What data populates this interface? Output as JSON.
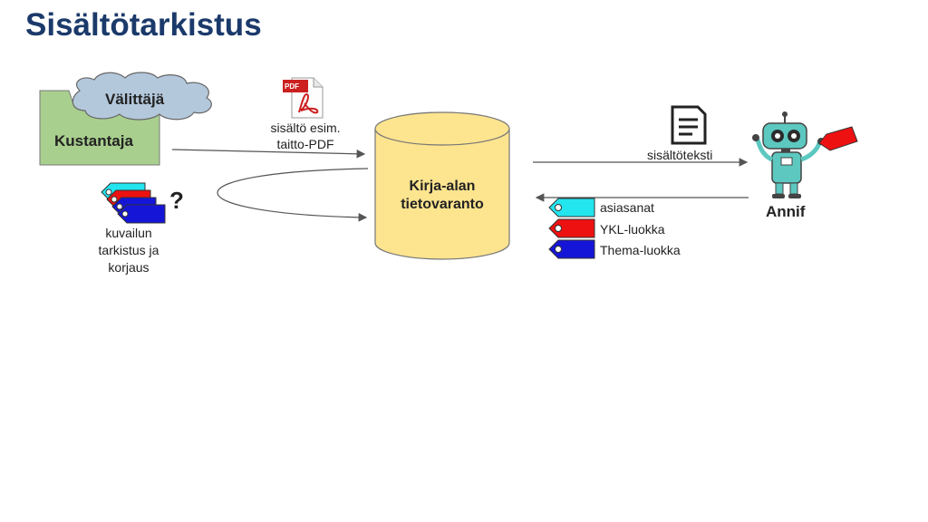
{
  "slide": {
    "title": "Sisältötarkistus"
  },
  "nodes": {
    "publisher": "Kustantaja",
    "intermediary": "Välittäjä",
    "database_line1": "Kirja-alan",
    "database_line2": "tietovaranto",
    "annif": "Annif"
  },
  "labels": {
    "pdf_badge": "PDF",
    "content_line1": "sisältö esim.",
    "content_line2": "taitto-PDF",
    "content_text": "sisältöteksti",
    "review_line1": "kuvailun",
    "review_line2": "tarkistus ja",
    "review_line3": "korjaus",
    "question_mark": "?"
  },
  "tags": [
    {
      "label": "asiasanat",
      "color": "#22e5ee"
    },
    {
      "label": "YKL-luokka",
      "color": "#ee1111"
    },
    {
      "label": "Thema-luokka",
      "color": "#1515d8"
    }
  ],
  "colors": {
    "title": "#1b3a6b",
    "publisher_fill": "#a9cf8e",
    "database_fill": "#fde48f",
    "cloud_fill": "#b4c8dc",
    "robot_body": "#5cc8c0"
  }
}
